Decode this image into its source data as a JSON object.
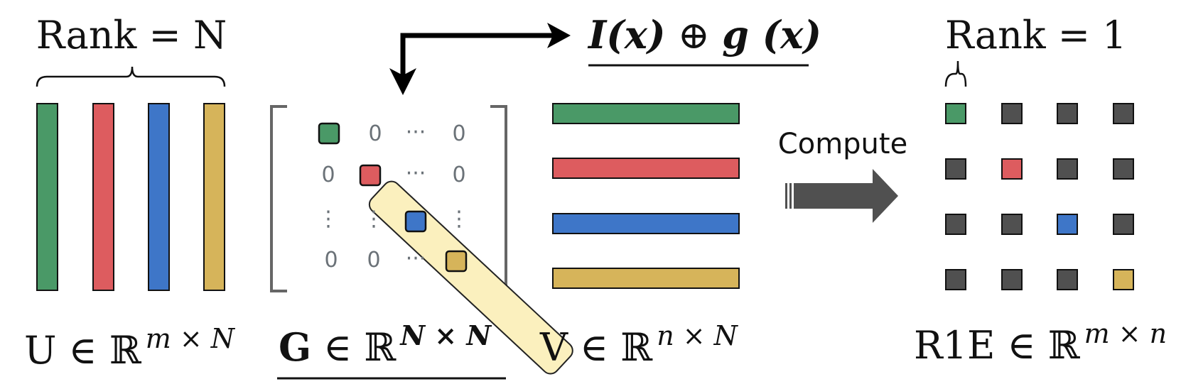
{
  "colors": {
    "green": "#4a9967",
    "red": "#dd5c5f",
    "blue": "#3e76c8",
    "yellow": "#d6b45a",
    "dark": "#505050",
    "highlight": "#fbf0be",
    "bracket": "#666666",
    "zero_text": "#6b7278"
  },
  "left": {
    "rank_label": "Rank = N",
    "formula": {
      "main": "U ∈ ℝ",
      "sup": "m × N"
    }
  },
  "matrix_g": {
    "formula": {
      "main": "G",
      "rest": " ∈ ℝ",
      "sup": "N × N"
    },
    "zero": "0",
    "hdots": "···",
    "vdots": "⋮",
    "ddots": "⋱"
  },
  "top": {
    "operation": {
      "i": "I(x)",
      "op": " ⊕ ",
      "g": "g (x)"
    }
  },
  "right_v": {
    "formula": {
      "main": "V ∈ ℝ",
      "sup": "n × N"
    }
  },
  "compute": {
    "label": "Compute"
  },
  "result": {
    "rank_label": "Rank = 1",
    "formula": {
      "main": "R1E ∈ ℝ",
      "sup": "m × n"
    }
  }
}
